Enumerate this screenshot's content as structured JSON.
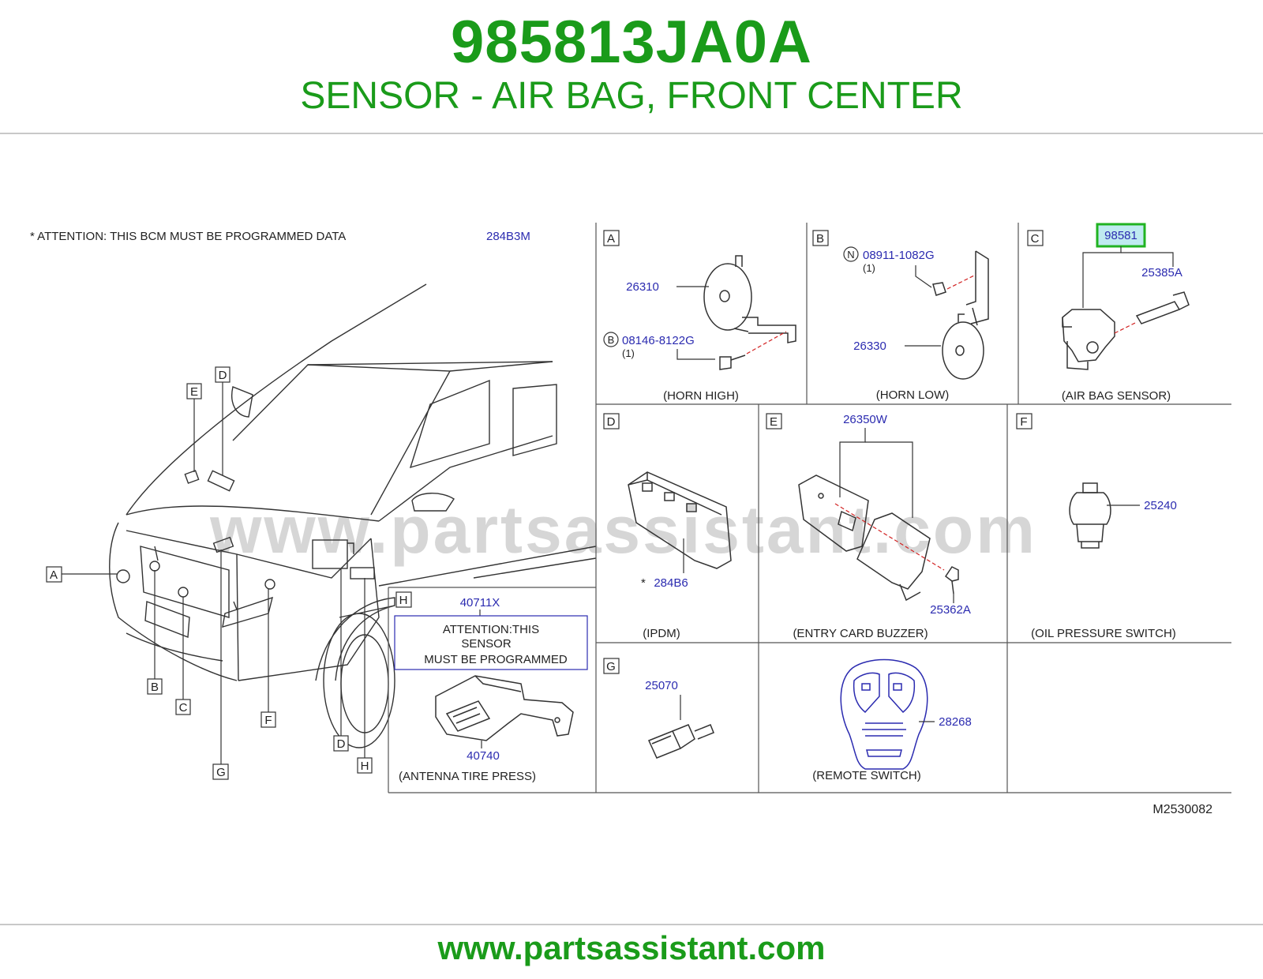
{
  "header": {
    "part_number": "985813JA0A",
    "description": "SENSOR - AIR BAG, FRONT CENTER"
  },
  "footer": {
    "url": "www.partsassistant.com"
  },
  "watermark": "www.partsassistant.com",
  "colors": {
    "brand_green": "#1a9b1a",
    "label_blue": "#2b2bb0",
    "highlight_green": "#21b321",
    "highlight_fill": "#bfeaf0",
    "line": "#333333",
    "leader_red": "#d22222"
  },
  "diagram": {
    "attention_note": "*  ATTENTION:  THIS  BCM  MUST  BE  PROGRAMMED  DATA",
    "bcm_part": "284B3M",
    "drawing_code": "M2530082",
    "vehicle_callouts": [
      "E",
      "D",
      "A",
      "B",
      "C",
      "G",
      "F",
      "D",
      "H"
    ],
    "panels": {
      "A": {
        "letter": "A",
        "caption": "(HORN   HIGH)",
        "parts": [
          "26310",
          "08146-8122G"
        ],
        "qty": "(1)",
        "bolt_badge": "B"
      },
      "B": {
        "letter": "B",
        "caption": "(HORN   LOW)",
        "parts": [
          "08911-1082G",
          "26330"
        ],
        "qty": "(1)",
        "nut_badge": "N"
      },
      "C": {
        "letter": "C",
        "caption": "(AIR   BAG   SENSOR)",
        "parts": [
          "98581",
          "25385A"
        ]
      },
      "D": {
        "letter": "D",
        "caption": "(IPDM)",
        "parts": [
          "284B6"
        ],
        "star": "*"
      },
      "E": {
        "letter": "E",
        "caption": "(ENTRY   CARD   BUZZER)",
        "parts": [
          "26350W",
          "25362A"
        ]
      },
      "F": {
        "letter": "F",
        "caption": "(OIL   PRESSURE   SWITCH)",
        "parts": [
          "25240"
        ]
      },
      "G": {
        "letter": "G",
        "caption": "",
        "parts": [
          "25070"
        ]
      },
      "R": {
        "caption": "(REMOTE   SWITCH)",
        "parts": [
          "28268"
        ]
      },
      "H": {
        "letter": "H",
        "caption": "(ANTENNA   TIRE   PRESS)",
        "parts": [
          "40711X",
          "40740"
        ],
        "note_lines": [
          "ATTENTION:THIS",
          "SENSOR",
          "MUST   BE   PROGRAMMED"
        ]
      }
    }
  }
}
